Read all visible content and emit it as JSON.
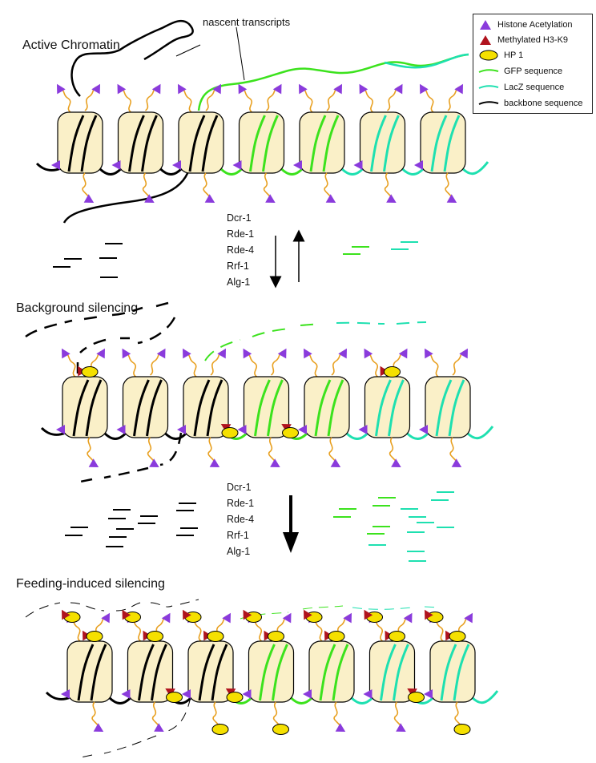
{
  "legend": {
    "items": [
      {
        "icon": "purple-triangle",
        "label": "Histone Acetylation",
        "color": "#7b2fd6"
      },
      {
        "icon": "red-triangle",
        "label": "Methylated H3-K9",
        "color": "#b0131e"
      },
      {
        "icon": "yellow-ellipse",
        "label": "HP 1",
        "color": "#f5e000"
      },
      {
        "icon": "green-line",
        "label": "GFP sequence",
        "color": "#3ce21d"
      },
      {
        "icon": "teal-line",
        "label": "LacZ sequence",
        "color": "#1ee0b0"
      },
      {
        "icon": "black-line",
        "label": "backbone sequence",
        "color": "#000000"
      }
    ]
  },
  "annotation": {
    "nascent_transcripts": "nascent transcripts"
  },
  "sections": [
    {
      "title": "Active Chromatin"
    },
    {
      "title": "Background silencing"
    },
    {
      "title": "Feeding-induced silencing"
    }
  ],
  "factors_1": [
    "Dcr-1",
    "Rde-1",
    "Rde-4",
    "Rrf-1",
    "Alg-1"
  ],
  "factors_2": [
    "Dcr-1",
    "Rde-1",
    "Rde-4",
    "Rrf-1",
    "Alg-1"
  ],
  "colors": {
    "nucleosome_fill": "#faf0c8",
    "tail": "#e8a020",
    "acetyl": "#8a3bdc",
    "methyl": "#b0131e",
    "hp1": "#f5e000",
    "gfp": "#3ce21d",
    "lacz": "#1ee0b0",
    "backbone": "#000000"
  }
}
